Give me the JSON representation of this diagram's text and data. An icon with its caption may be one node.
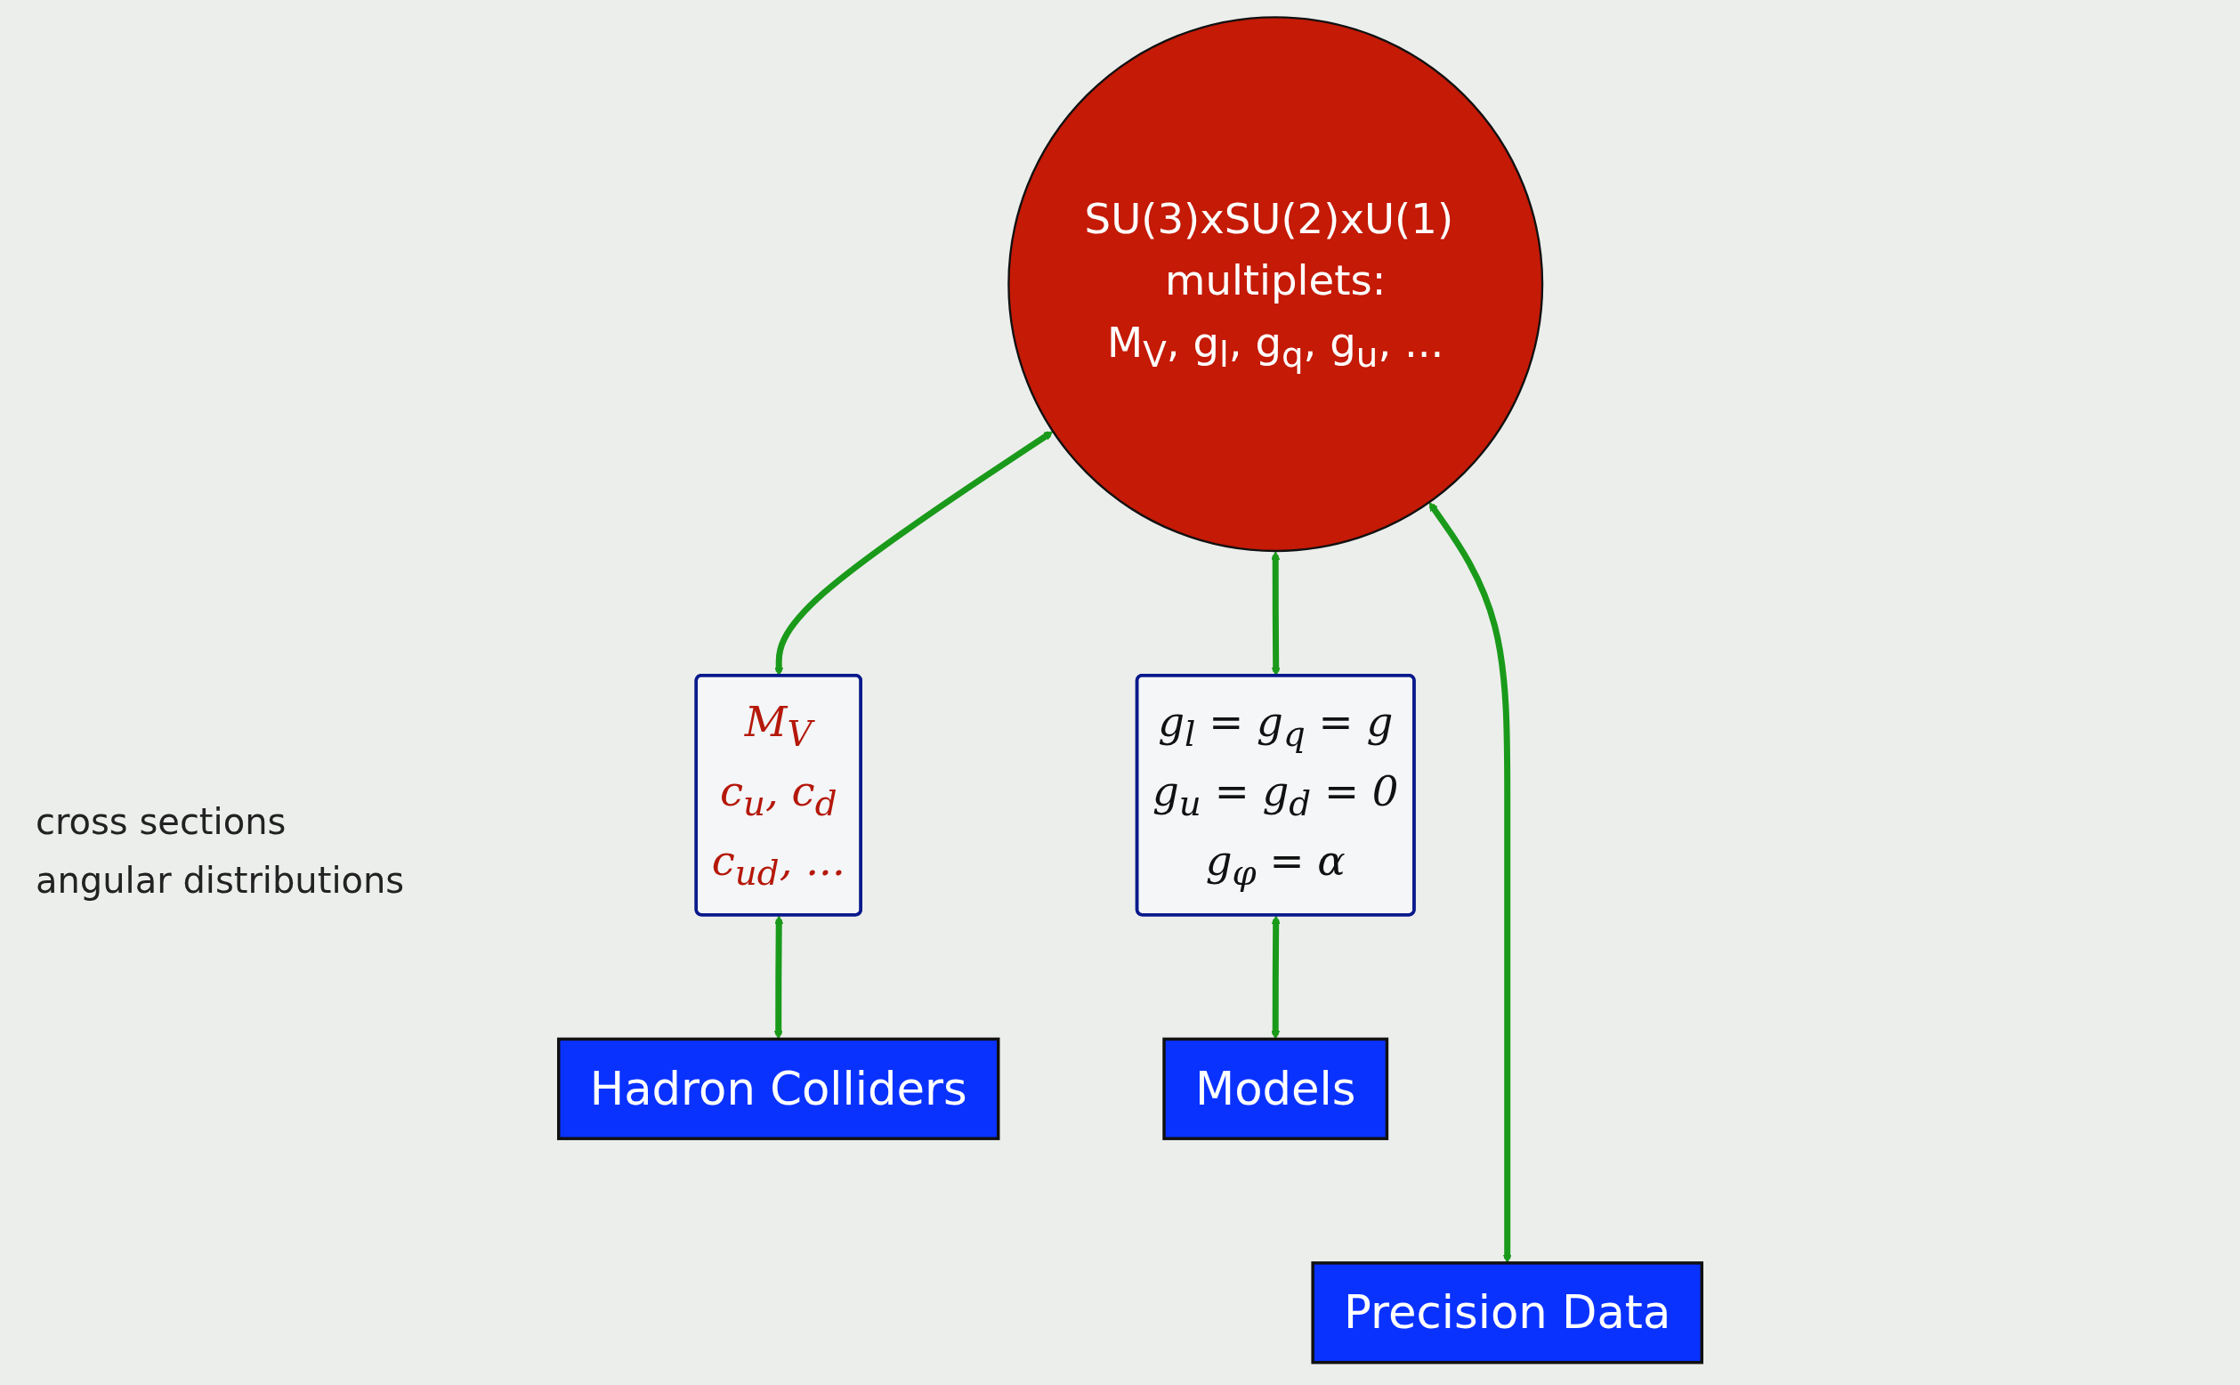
{
  "diagram": {
    "nodes": [
      {
        "text": [
          "SU(3)xSU(2)xU(1) multiplets:",
          "M$_{V}$, g$_{l}$, g$_{q}$, g$_{u}$, ..."
        ]
      },
      {
        "text": [
          "M$_{V}$",
          "c$_{u}$, c$_{d}$",
          "c$_{ud}$, ..."
        ]
      },
      {
        "text": [
          "g$_{l}$ = g$_{q}$ = g",
          "g$_{u}$ = g$_{d}$ = 0",
          "g$_{φ}$ = α"
        ]
      },
      {
        "text": [
          "Hadron Colliders"
        ]
      },
      {
        "text": [
          "Precision Data"
        ]
      },
      {
        "text": [
          "Models"
        ]
      }
    ],
    "edges": [
      {
        "from": 0,
        "to": 1,
        "arrow": "both"
      },
      {
        "from": 0,
        "to": 4,
        "arrow": "both"
      },
      {
        "from": 0,
        "to": 2,
        "arrow": "both"
      },
      {
        "from": 1,
        "to": 3,
        "arrow": "both"
      },
      {
        "from": 2,
        "to": 5,
        "arrow": "both"
      }
    ],
    "labels": [
      "cross sections",
      "angular distributions"
    ]
  }
}
